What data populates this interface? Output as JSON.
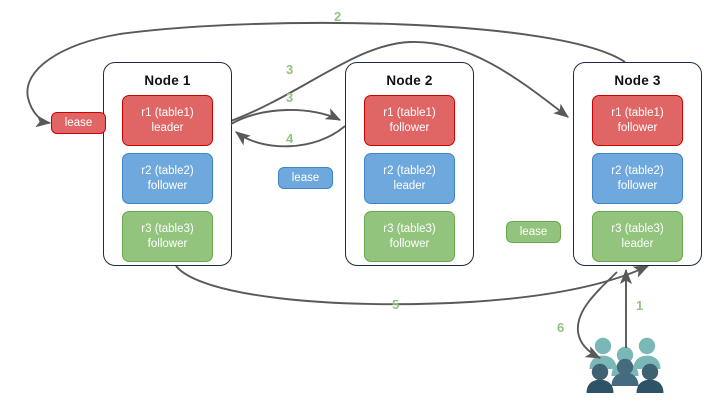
{
  "diagram": {
    "title": "distributed-replica-lease-flow",
    "colors": {
      "red_fill": "#e06666",
      "red_stroke": "#cc0000",
      "blue_fill": "#6fa8dc",
      "blue_stroke": "#3d85c6",
      "green_fill": "#93c47d",
      "green_stroke": "#6aa84f",
      "node_border": "#1b2a49",
      "arrow": "#595959",
      "step_label": "#93c47d",
      "people_light": "#76b5b5",
      "people_dark": "#2e5266"
    }
  },
  "nodes": [
    {
      "title": "Node 1",
      "replicas": [
        {
          "name": "r1 (table1)",
          "role": "leader",
          "color": "red"
        },
        {
          "name": "r2 (table2)",
          "role": "follower",
          "color": "blue"
        },
        {
          "name": "r3 (table3)",
          "role": "follower",
          "color": "green"
        }
      ]
    },
    {
      "title": "Node 2",
      "replicas": [
        {
          "name": "r1 (table1)",
          "role": "follower",
          "color": "red"
        },
        {
          "name": "r2 (table2)",
          "role": "leader",
          "color": "blue"
        },
        {
          "name": "r3 (table3)",
          "role": "follower",
          "color": "green"
        }
      ]
    },
    {
      "title": "Node 3",
      "replicas": [
        {
          "name": "r1 (table1)",
          "role": "follower",
          "color": "red"
        },
        {
          "name": "r2 (table2)",
          "role": "follower",
          "color": "blue"
        },
        {
          "name": "r3 (table3)",
          "role": "leader",
          "color": "green"
        }
      ]
    }
  ],
  "leases": [
    {
      "label": "lease",
      "color": "red"
    },
    {
      "label": "lease",
      "color": "blue"
    },
    {
      "label": "lease",
      "color": "green"
    }
  ],
  "steps": [
    {
      "label": "1"
    },
    {
      "label": "2"
    },
    {
      "label": "3"
    },
    {
      "label": "3"
    },
    {
      "label": "4"
    },
    {
      "label": "5"
    },
    {
      "label": "6"
    }
  ],
  "icons": {
    "people": "people-group-icon"
  }
}
